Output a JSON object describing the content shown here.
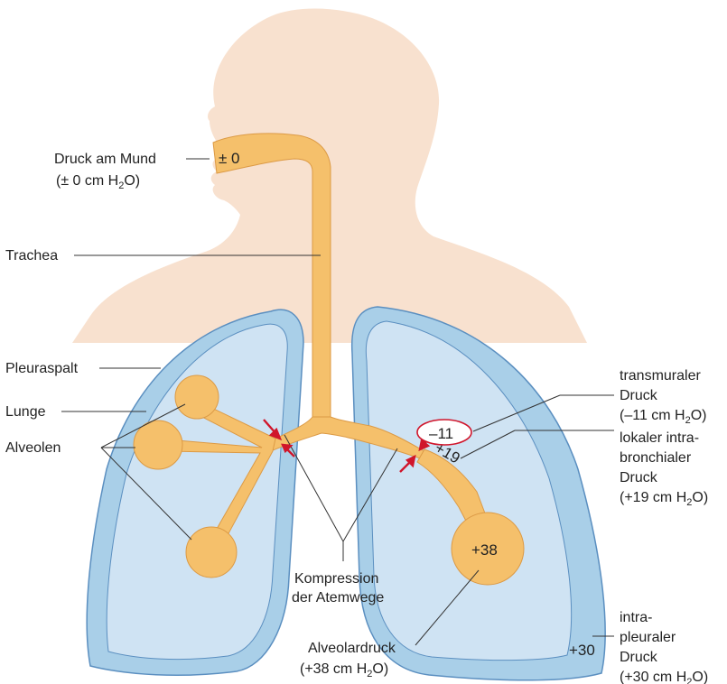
{
  "colors": {
    "body": "#f8e1cf",
    "lung_outer": "#a9cfe8",
    "lung_outer_stroke": "#5b8fc0",
    "lung_inner": "#cfe3f3",
    "airway": "#f5c06b",
    "airway_stroke": "#dc9a45",
    "arrow": "#d0152b",
    "leader": "#333333"
  },
  "labels": {
    "mouth_line1": "Druck am Mund",
    "mouth_line2_pre": "(± 0 cm H",
    "mouth_line2_sub": "2",
    "mouth_line2_post": "O)",
    "trachea": "Trachea",
    "pleuraspalt": "Pleuraspalt",
    "lunge": "Lunge",
    "alveolen": "Alveolen",
    "kompression_line1": "Kompression",
    "kompression_line2": "der Atemwege",
    "alveolar_line1": "Alveolardruck",
    "alveolar_line2_pre": "(+38 cm H",
    "alveolar_line2_sub": "2",
    "alveolar_line2_post": "O)",
    "transmural_line1": "transmuraler",
    "transmural_line2": "Druck",
    "transmural_line3_pre": "(–11 cm H",
    "transmural_line3_sub": "2",
    "transmural_line3_post": "O)",
    "bronchial_line1": "lokaler intra-",
    "bronchial_line2": "bronchialer",
    "bronchial_line3": "Druck",
    "bronchial_line4_pre": "(+19 cm H",
    "bronchial_line4_sub": "2",
    "bronchial_line4_post": "O)",
    "pleural_line1": "intra-",
    "pleural_line2": "pleuraler",
    "pleural_line3": "Druck",
    "pleural_line4_pre": "(+30 cm H",
    "pleural_line4_sub": "2",
    "pleural_line4_post": "O)"
  },
  "values": {
    "mouth": "± 0",
    "transmural": "–11",
    "bronchial": "+19",
    "alveolar": "+38",
    "pleural": "+30"
  }
}
